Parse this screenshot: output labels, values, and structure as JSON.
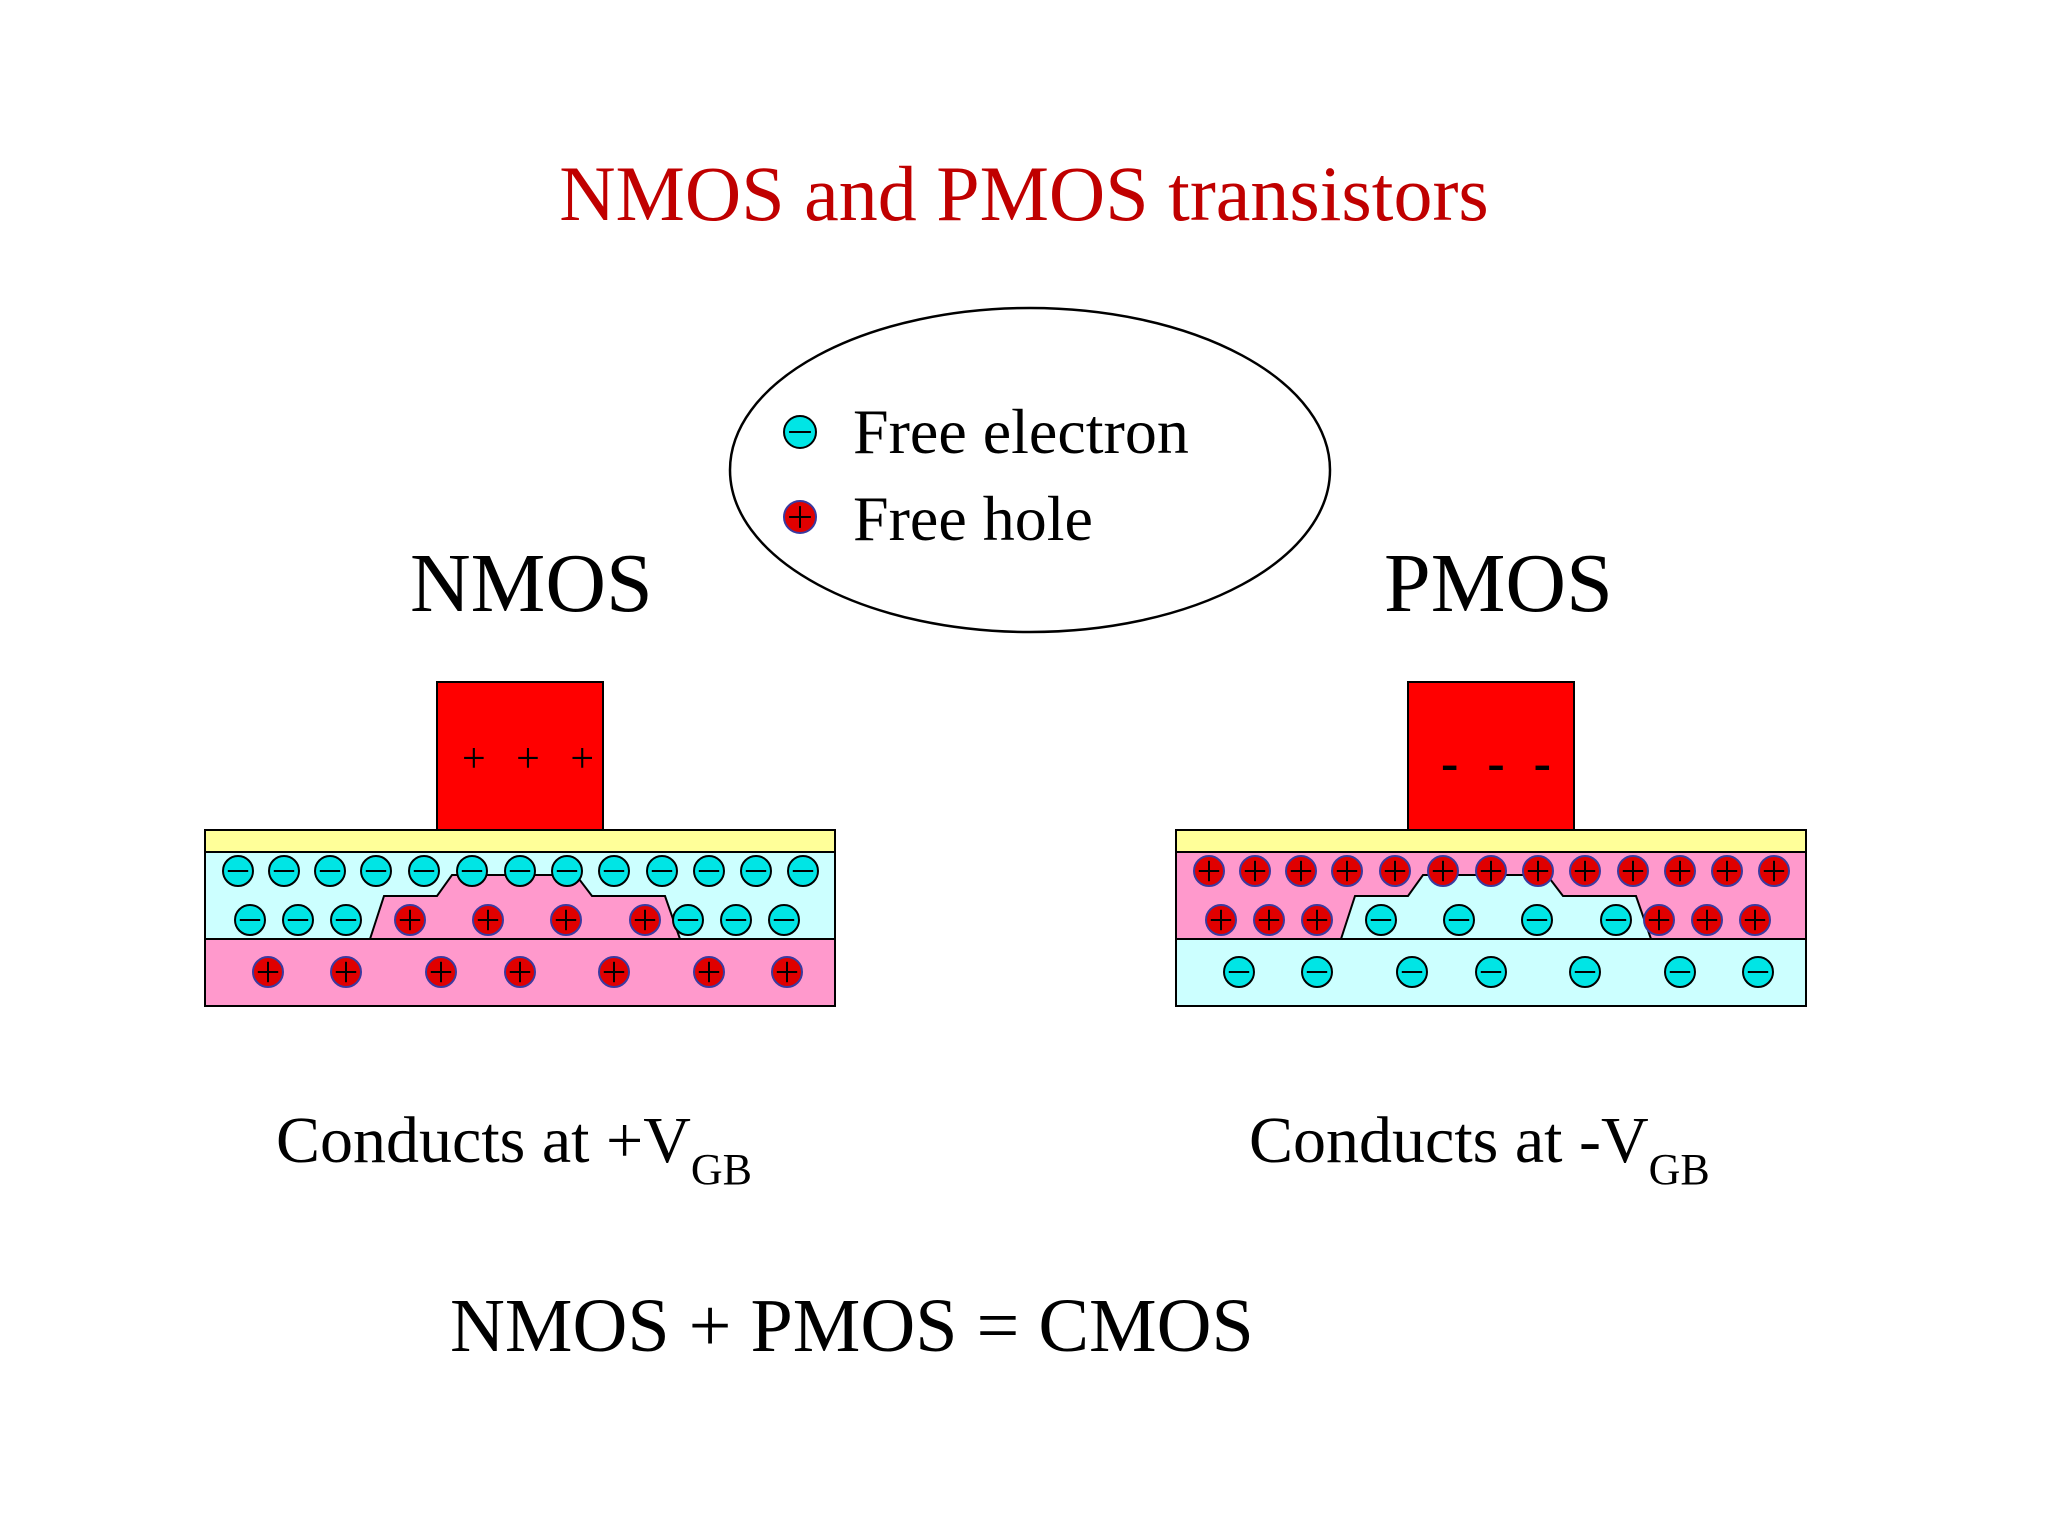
{
  "slide": {
    "title": "NMOS and PMOS transistors",
    "legend": {
      "electron_label": "Free electron",
      "hole_label": "Free hole",
      "electron_symbol": "−",
      "hole_symbol": "+"
    },
    "nmos": {
      "label": "NMOS",
      "gate_charge": "+ + +",
      "caption_prefix": "Conducts at +V",
      "caption_sub": "GB"
    },
    "pmos": {
      "label": "PMOS",
      "gate_charge": "- - -",
      "caption_prefix": "Conducts at -V",
      "caption_sub": "GB"
    },
    "summary": "NMOS + PMOS = CMOS"
  },
  "colors": {
    "title": "#c00000",
    "gate": "#ff0000",
    "oxide": "#ffff99",
    "n_region": "#ccffff",
    "p_region": "#ff99cc",
    "electron": "#00e5e5",
    "hole": "#e00000",
    "outline": "#000000"
  }
}
